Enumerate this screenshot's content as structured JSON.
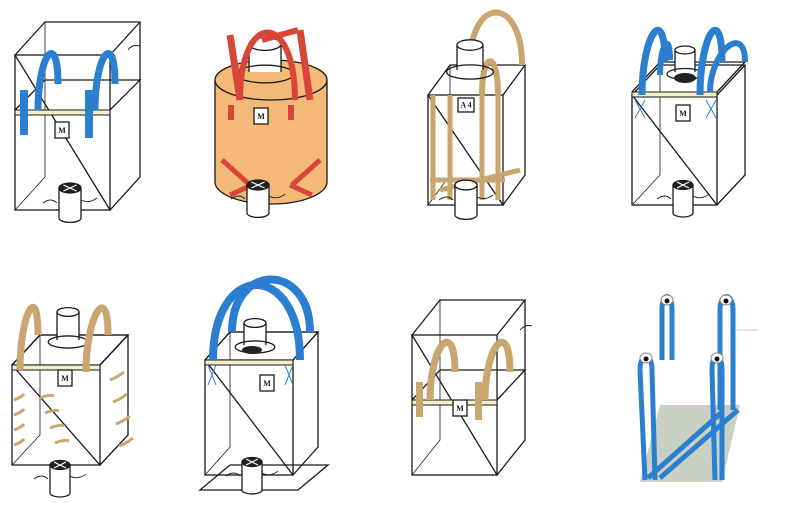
{
  "colors": {
    "outline": "#1a1a1a",
    "blue_loop": "#2a7fd0",
    "red_loop": "#d8463a",
    "tan_loop": "#c8a66e",
    "orange_body": "#f4b877",
    "top_band": "#f3efc8",
    "base_grey": "#c9d1c4"
  },
  "bags": [
    {
      "label": "M",
      "loop_color": "blue_loop"
    },
    {
      "label": "M",
      "loop_color": "red_loop"
    },
    {
      "label": "A 4",
      "loop_color": "tan_loop"
    },
    {
      "label": "M",
      "loop_color": "blue_loop"
    },
    {
      "label": "M",
      "loop_color": "tan_loop"
    },
    {
      "label": "M",
      "loop_color": "blue_loop"
    },
    {
      "label": "M",
      "loop_color": "tan_loop"
    },
    {
      "label": "",
      "loop_color": "blue_loop"
    }
  ]
}
